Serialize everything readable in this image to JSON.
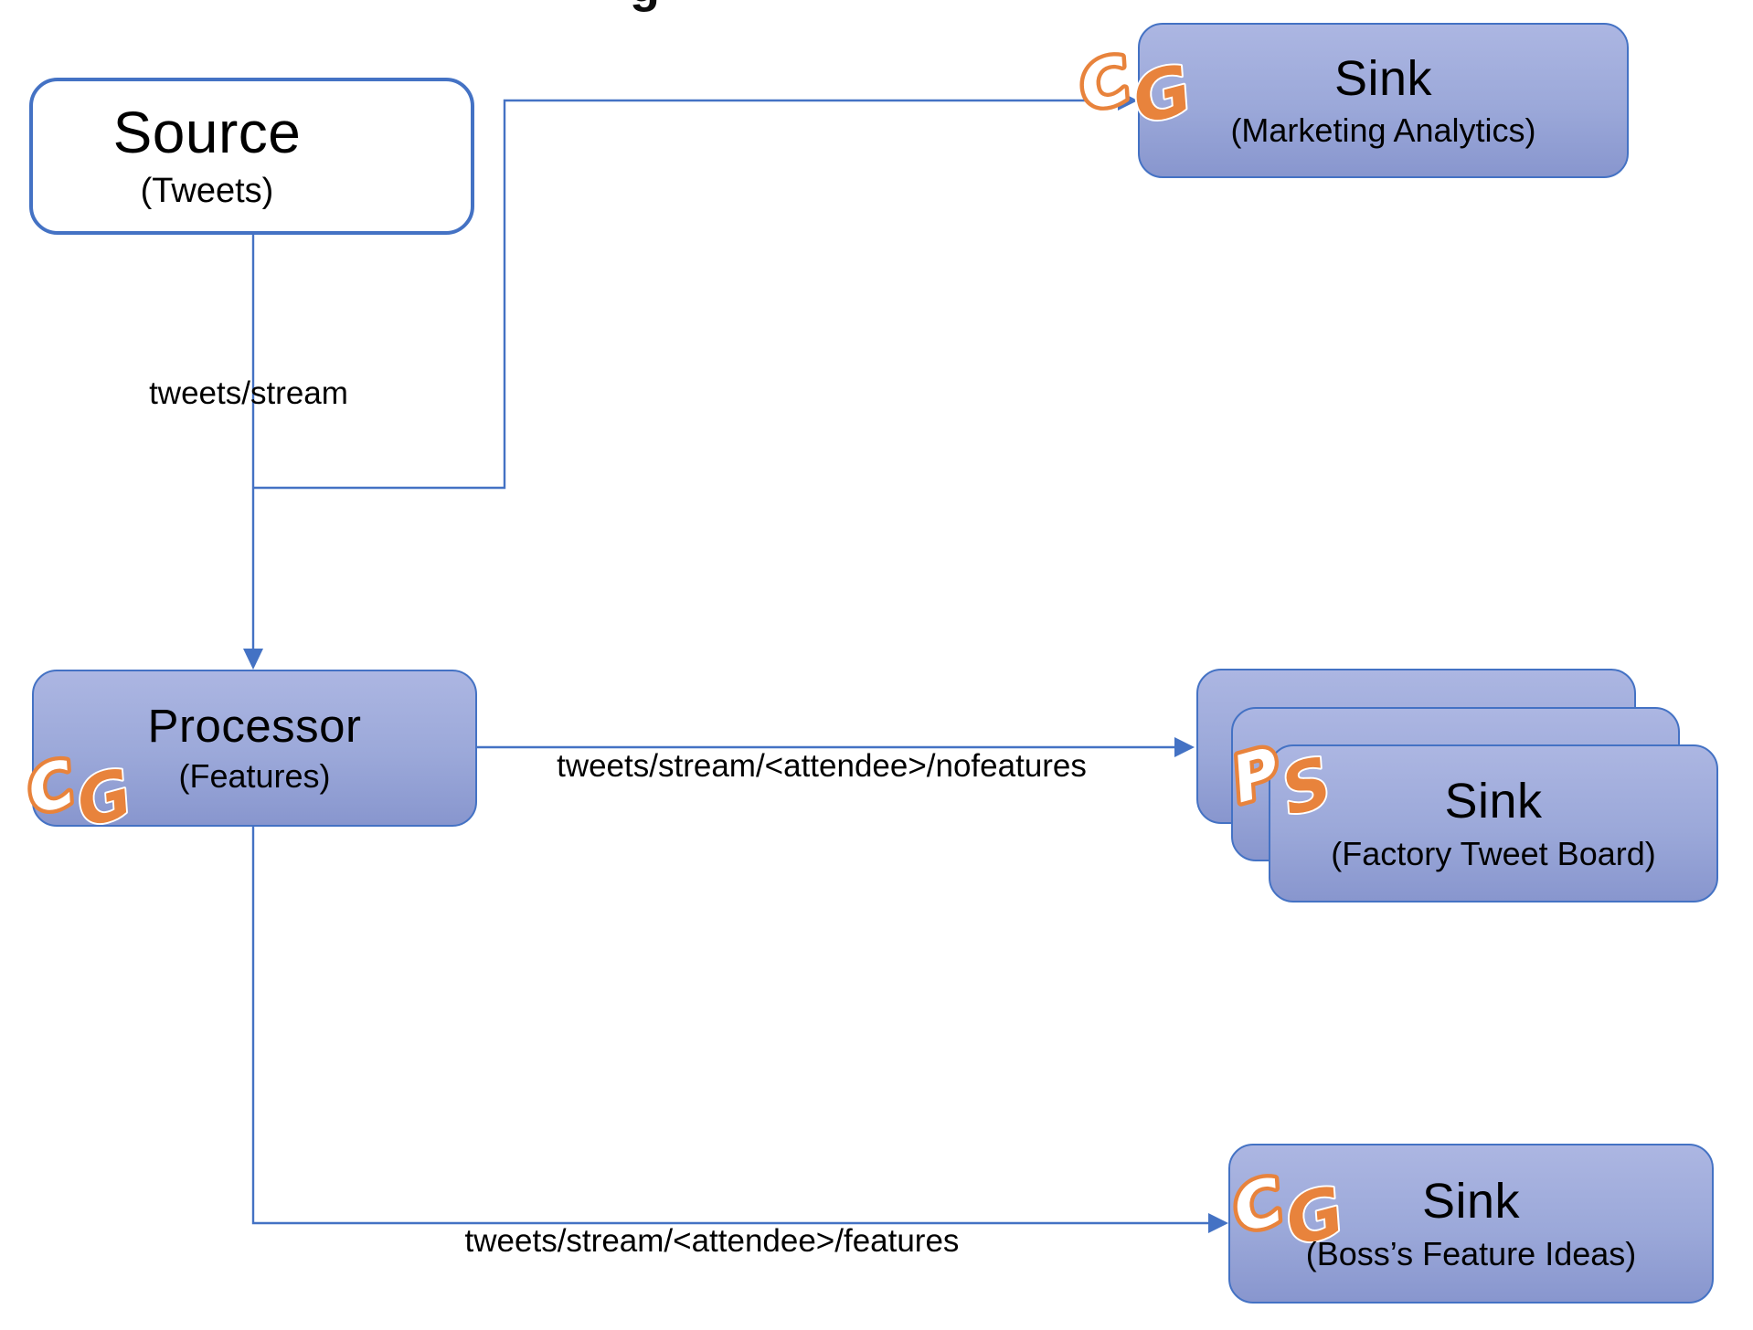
{
  "page": {
    "background": "#FFFFFF",
    "clipped_title_glyph": "g"
  },
  "colors": {
    "line": "#4472C4",
    "node_border": "#4472C4",
    "node_fill_top": "#ACB6E2",
    "node_fill_bottom": "#8896CE",
    "source_fill": "#FFFFFF",
    "logo_orange": "#E8833C",
    "logo_white": "#FFFFFF",
    "text": "#000000"
  },
  "nodes": {
    "source": {
      "title": "Source",
      "subtitle": "(Tweets)"
    },
    "processor": {
      "title": "Processor",
      "subtitle": "(Features)",
      "logo": {
        "first": "C",
        "second": "G"
      }
    },
    "sink_marketing": {
      "title": "Sink",
      "subtitle": "(Marketing Analytics)",
      "logo": {
        "first": "C",
        "second": "G"
      }
    },
    "sink_factory": {
      "title": "Sink",
      "subtitle": "(Factory Tweet Board)",
      "logo": {
        "first": "P",
        "second": "S"
      }
    },
    "sink_boss": {
      "title": "Sink",
      "subtitle": "(Boss’s Feature Ideas)",
      "logo": {
        "first": "C",
        "second": "G"
      }
    }
  },
  "edges": {
    "source_to_processor": {
      "label": "tweets/stream"
    },
    "processor_to_factory": {
      "label": "tweets/stream/<attendee>/nofeatures"
    },
    "processor_to_boss": {
      "label": "tweets/stream/<attendee>/features"
    }
  }
}
